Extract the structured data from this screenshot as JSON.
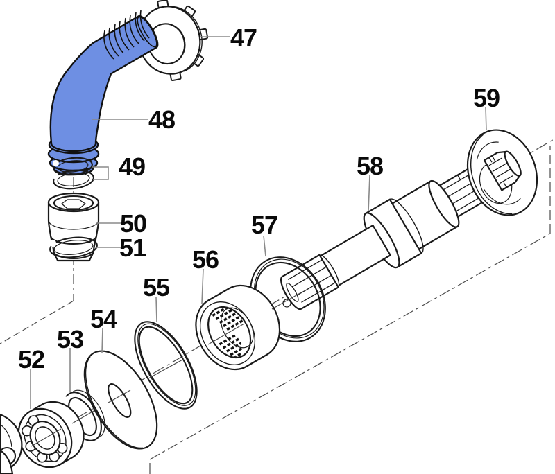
{
  "figure": {
    "type": "exploded-parts-diagram",
    "background_color": "#ffffff",
    "line_color": "#1a1a1a",
    "leader_color": "#8a8a8a",
    "highlight_color": "#6E8FE3",
    "highlighted_callout": "48"
  },
  "callouts": [
    {
      "number": "47"
    },
    {
      "number": "48"
    },
    {
      "number": "49"
    },
    {
      "number": "50"
    },
    {
      "number": "51"
    },
    {
      "number": "52"
    },
    {
      "number": "53"
    },
    {
      "number": "54"
    },
    {
      "number": "55"
    },
    {
      "number": "56"
    },
    {
      "number": "57"
    },
    {
      "number": "58"
    },
    {
      "number": "59"
    }
  ]
}
